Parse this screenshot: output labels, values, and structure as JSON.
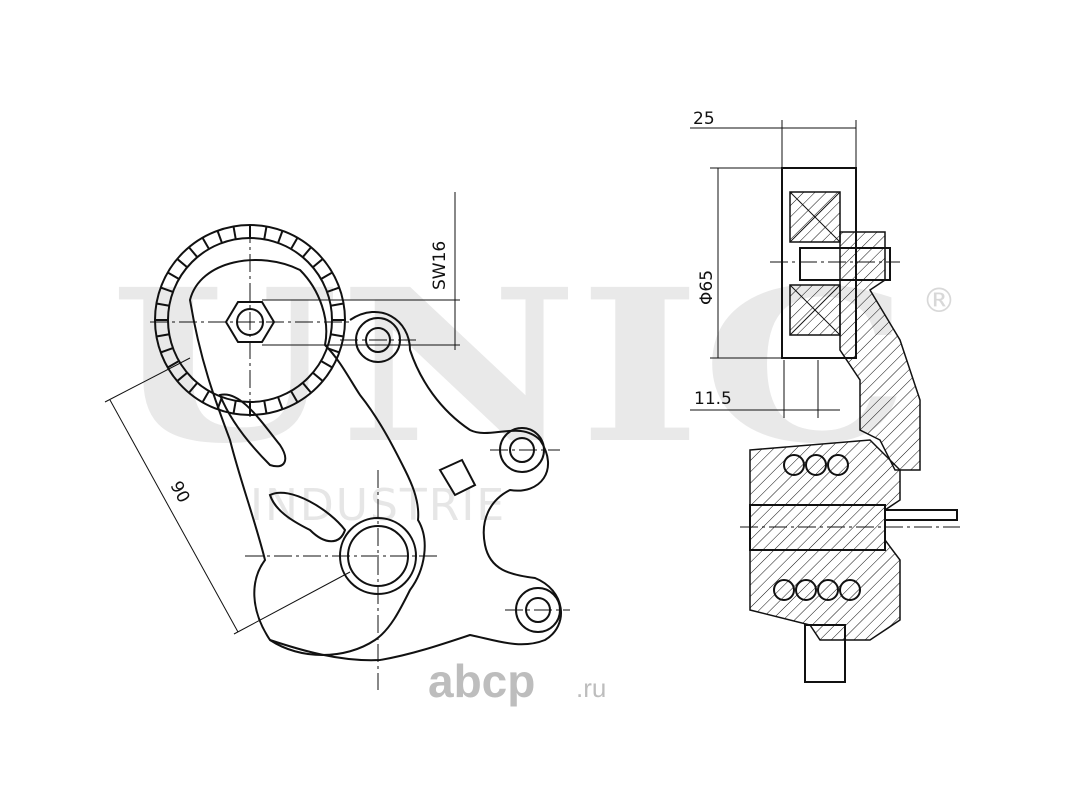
{
  "watermark": {
    "brand": "UNIC",
    "registered": "®",
    "tagline": "INDUSTRIE"
  },
  "site_logo": {
    "name": "abcp",
    "suffix": ".ru"
  },
  "dimensions": {
    "sw": "SW16",
    "width": "25",
    "diameter": "Φ65",
    "offset": "11.5",
    "length": "90"
  }
}
